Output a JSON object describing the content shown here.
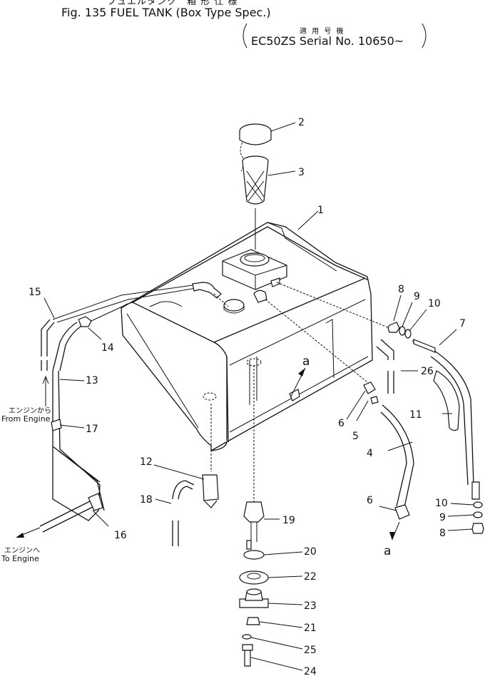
{
  "header": {
    "jp_top": "フュエルタンク　箱 形 仕 様",
    "fig_line": "Fig. 135   FUEL TANK (Box Type Spec.)",
    "jp_applicable": "適 用 号 機",
    "serial": "EC50ZS Serial No. 10650~"
  },
  "callouts": {
    "c1": "1",
    "c2": "2",
    "c3": "3",
    "c4": "4",
    "c5": "5",
    "c6a": "6",
    "c6b": "6",
    "c7": "7",
    "c8a": "8",
    "c8b": "8",
    "c9a": "9",
    "c9b": "9",
    "c10a": "10",
    "c10b": "10",
    "c11": "11",
    "c12": "12",
    "c13": "13",
    "c14": "14",
    "c15": "15",
    "c16": "16",
    "c17": "17",
    "c18": "18",
    "c19": "19",
    "c20": "20",
    "c21": "21",
    "c22": "22",
    "c23": "23",
    "c24": "24",
    "c25": "25",
    "c26": "26"
  },
  "refs": {
    "a_top": "a",
    "a_bottom": "a"
  },
  "labels": {
    "from_engine_jp": "エンジンから",
    "from_engine": "From Engine",
    "to_engine_jp": "エンジンへ",
    "to_engine": "To Engine"
  }
}
